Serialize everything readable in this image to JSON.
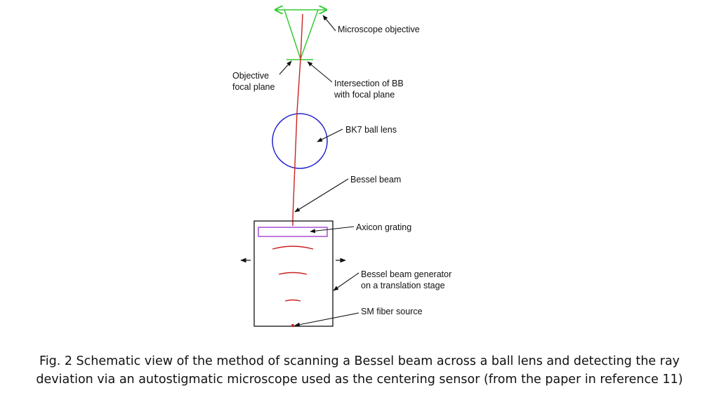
{
  "labels": {
    "microscope_objective": "Microscope objective",
    "objective_focal_plane": [
      "Objective",
      "focal plane"
    ],
    "intersection": [
      "Intersection of BB",
      "with focal plane"
    ],
    "ball_lens": "BK7 ball lens",
    "bessel_beam": "Bessel beam",
    "axicon_grating": "Axicon grating",
    "generator": [
      "Bessel beam generator",
      "on a translation stage"
    ],
    "fiber_source": "SM fiber source"
  },
  "caption": {
    "line1": "Fig. 2 Schematic view of the method of scanning a Bessel beam across a ball lens and detecting the ray",
    "line2": "deviation via an autostigmatic microscope used as the centering sensor (from the paper in reference 11)"
  },
  "colors": {
    "objective": "#33cc33",
    "beam": "#cc2222",
    "lens": "#2222cc",
    "grating": "#9933cc",
    "lines": "#111111"
  }
}
